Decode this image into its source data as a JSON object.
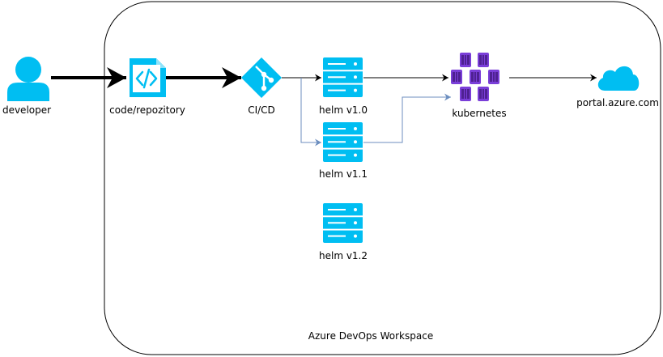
{
  "workspace": {
    "label": "Azure DevOps Workspace"
  },
  "nodes": {
    "developer": {
      "label": "developer",
      "icon": "user-icon"
    },
    "code": {
      "label": "code/repozitory",
      "icon": "code-file-icon"
    },
    "cicd": {
      "label": "CI/CD",
      "icon": "git-icon"
    },
    "helm_v10": {
      "label": "helm v1.0",
      "icon": "server-icon"
    },
    "helm_v11": {
      "label": "helm v1.1",
      "icon": "server-icon"
    },
    "helm_v12": {
      "label": "helm v1.2",
      "icon": "server-icon"
    },
    "kubernetes": {
      "label": "kubernetes",
      "icon": "kubernetes-cluster-icon"
    },
    "portal": {
      "label": "portal.azure.com",
      "icon": "cloud-icon"
    }
  },
  "colors": {
    "icon_blue": "#00bef2",
    "icon_stripe": "#ffffff",
    "kube_purple": "#7a3ed8",
    "kube_dark": "#4f2192",
    "thin_edge": "#6c8ebf",
    "edge": "#000000",
    "frame": "#000000"
  }
}
